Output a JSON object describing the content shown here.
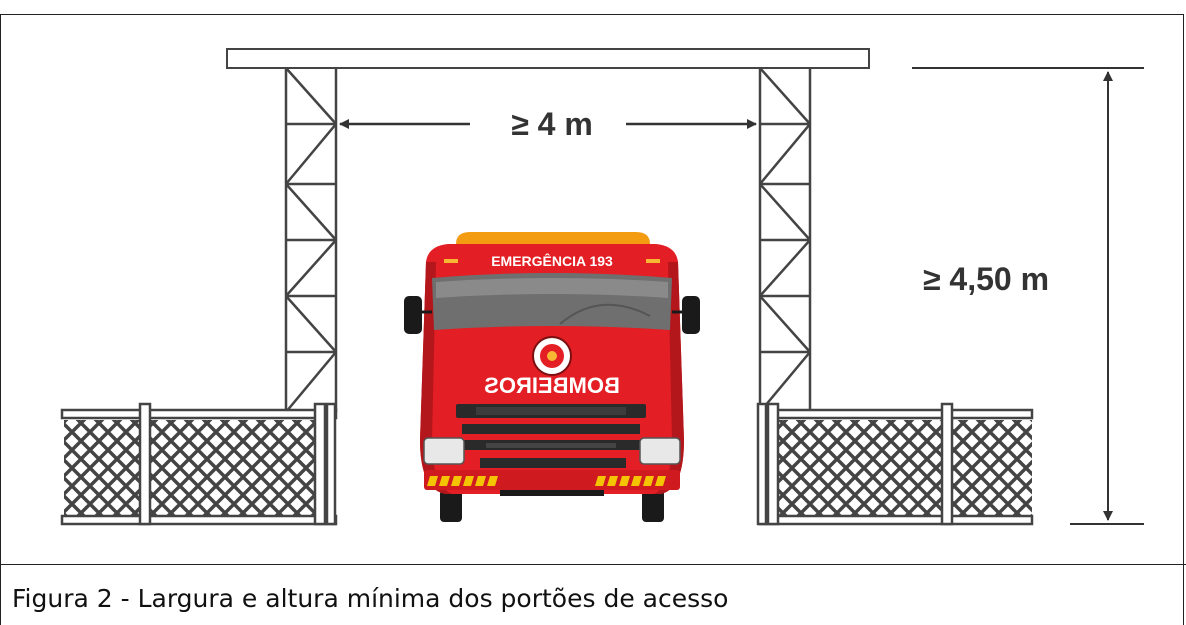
{
  "figure": {
    "width_label": "≥ 4 m",
    "height_label": "≥ 4,50 m",
    "caption": "Figura 2 - Largura e altura mínima dos portões de acesso"
  },
  "truck": {
    "header_text": "EMERGÊNCIA 193",
    "hood_text": "BOMBEIROS"
  },
  "colors": {
    "truck_red": "#e31e24",
    "truck_dark_red": "#b3161b",
    "light_bar": "#f39c12",
    "structure_gray": "#444444",
    "frame_border": "#222222"
  }
}
